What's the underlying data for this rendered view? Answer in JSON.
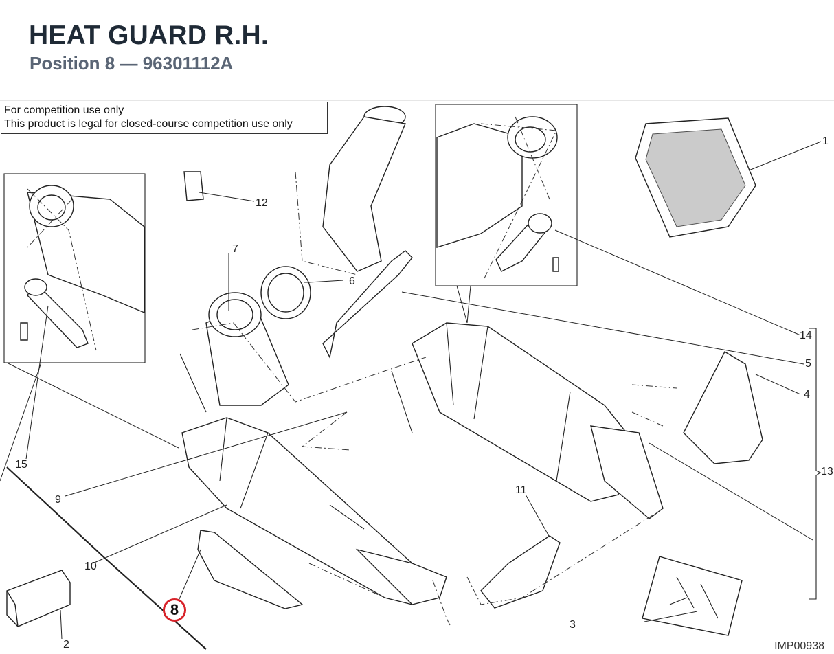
{
  "header": {
    "title": "HEAT GUARD R.H.",
    "position_label": "Position 8",
    "separator": "—",
    "part_number": "96301112A"
  },
  "notice": {
    "line1": "For competition use only",
    "line2": "This product is legal for closed-course competition use only"
  },
  "callouts": {
    "c1": "1",
    "c2": "2",
    "c3": "3",
    "c4": "4",
    "c5": "5",
    "c6": "6",
    "c7": "7",
    "c8": "8",
    "c9": "9",
    "c10": "10",
    "c11": "11",
    "c12": "12",
    "c13": "13",
    "c14": "14",
    "c15": "15"
  },
  "highlight": {
    "callout": "8",
    "color": "#d8232a"
  },
  "image_code": "IMP00938"
}
